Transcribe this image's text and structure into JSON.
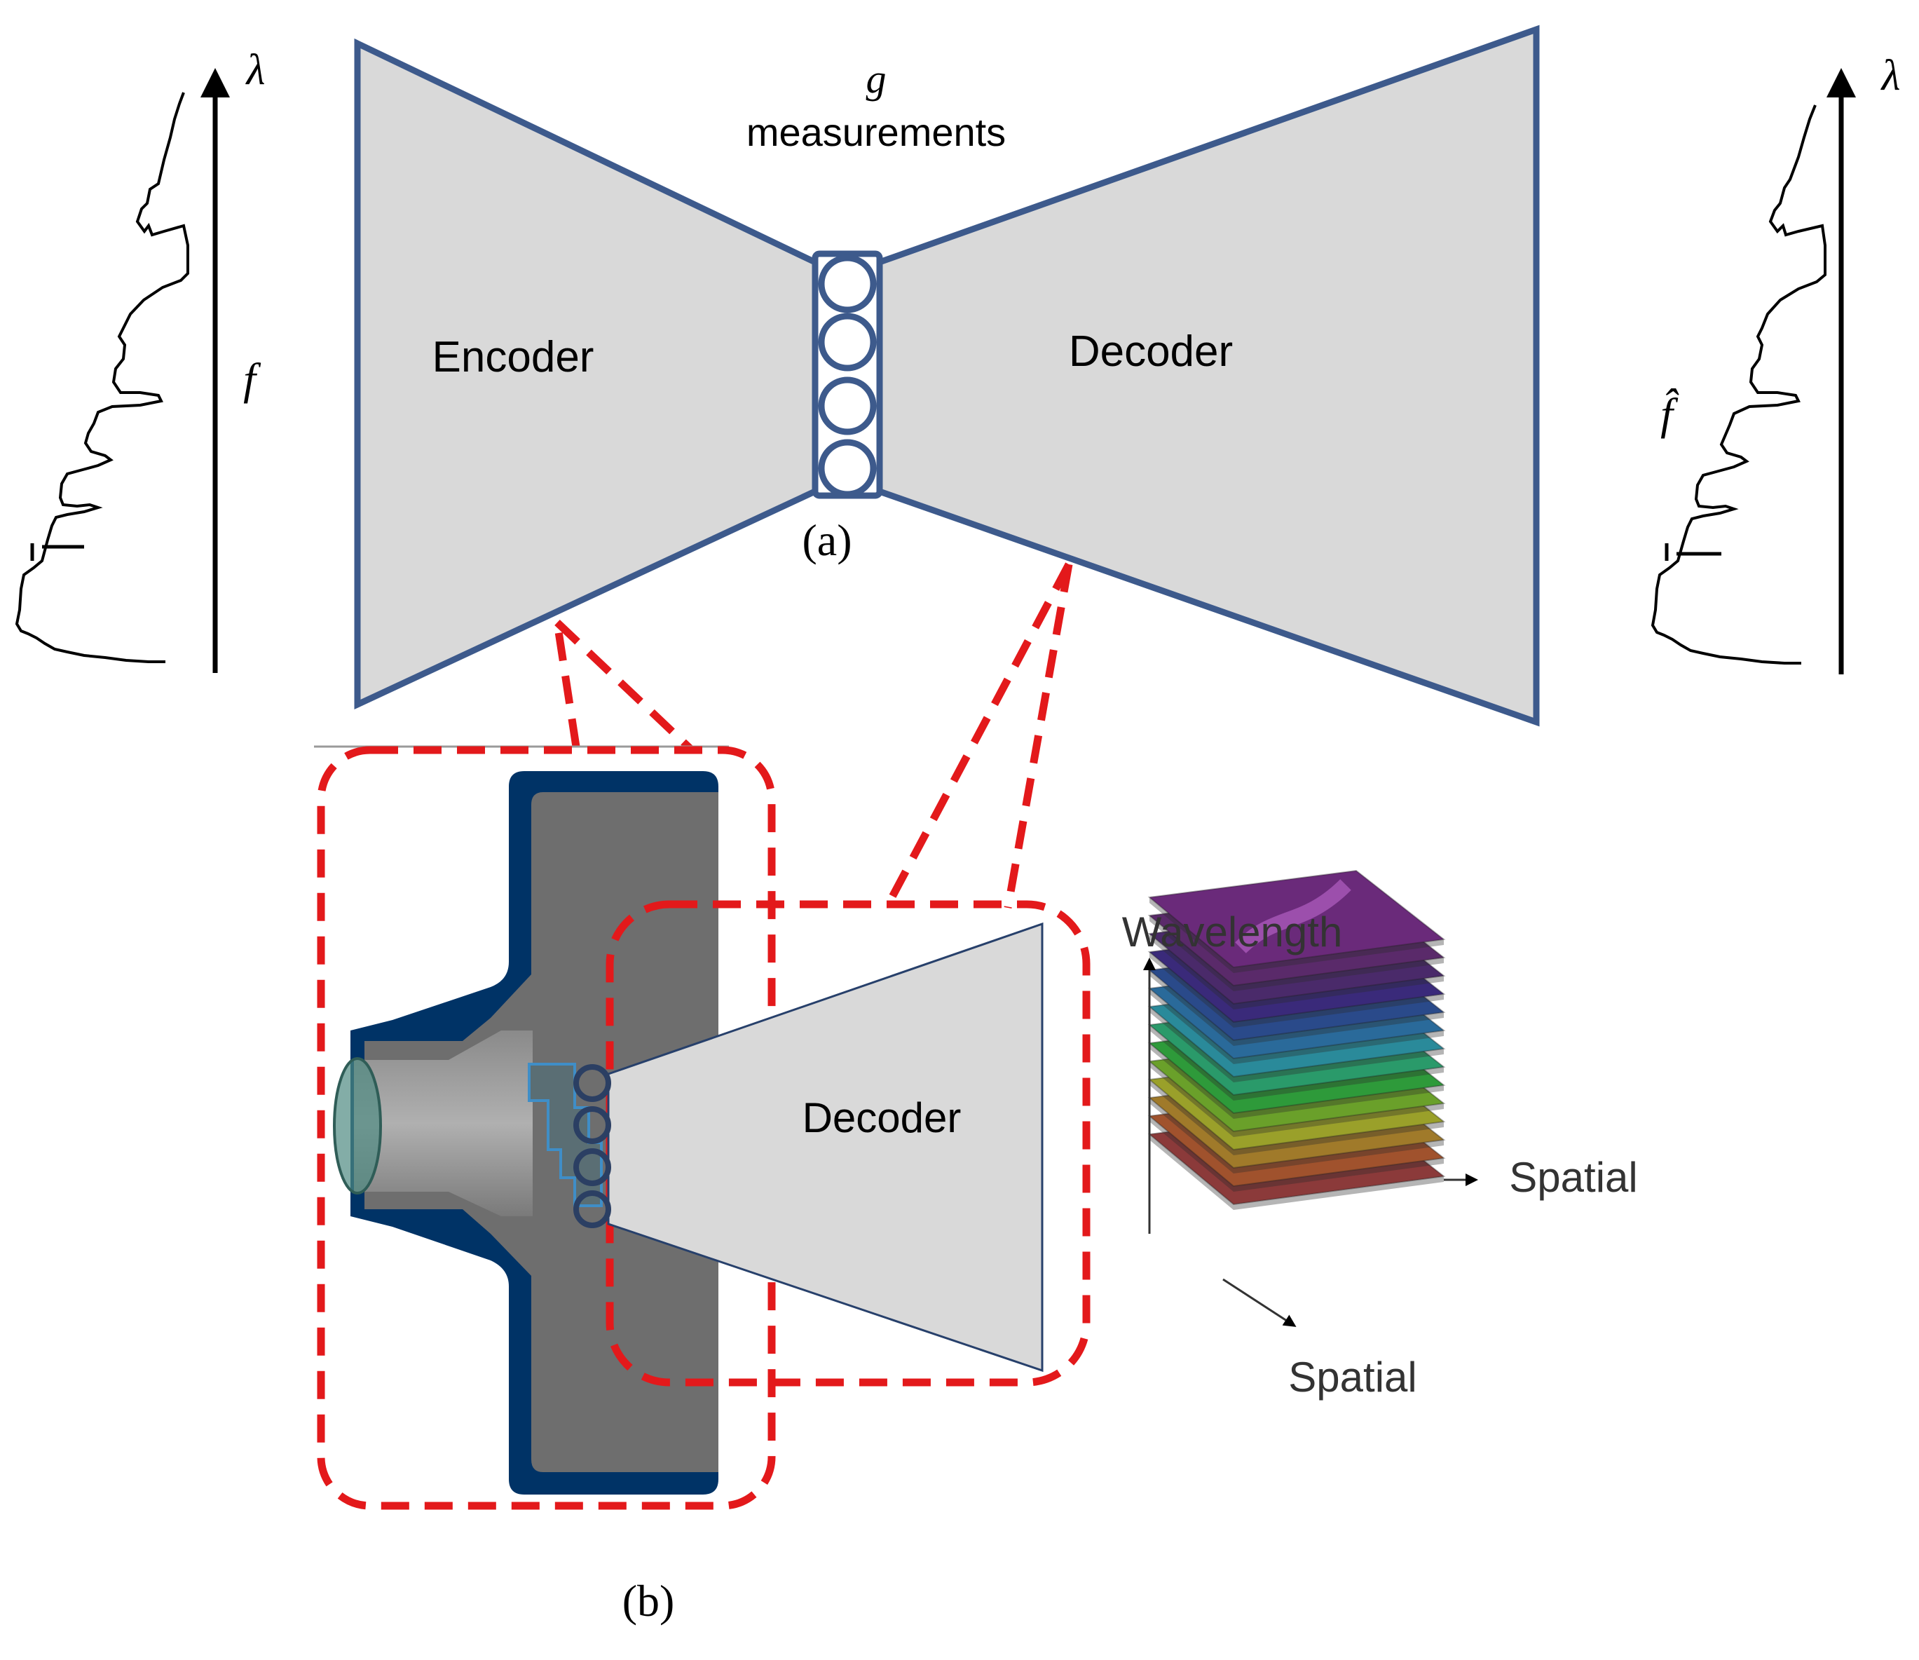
{
  "part_a": {
    "bottleneck_symbol": "g",
    "bottleneck_label": "measurements",
    "encoder_label": "Encoder",
    "decoder_label": "Decoder",
    "caption": "(a)",
    "input_signal_label": "f",
    "output_signal_label": "f̂",
    "axis_symbol": "λ"
  },
  "part_b": {
    "decoder_label": "Decoder",
    "wavelength_label": "Wavelength",
    "spatial_label_right": "Spatial",
    "spatial_label_bottom": "Spatial",
    "caption": "(b)"
  },
  "colors": {
    "outline_blue": "#3d5a8c",
    "funnel_fill": "#d9d9d9",
    "zoom_dash_red": "#e3191b",
    "device_navy": "#003366",
    "device_gray": "#6e6e6e",
    "cube_layers": [
      "#8b3a3a",
      "#a0522d",
      "#a07a2a",
      "#9aa02a",
      "#6aa02a",
      "#2e9a3a",
      "#2a9a6a",
      "#2a8a9a",
      "#2a6a9a",
      "#2a4a8a",
      "#3a2a7a",
      "#4a2a6a",
      "#5a2a6a",
      "#6a2a7a"
    ]
  }
}
